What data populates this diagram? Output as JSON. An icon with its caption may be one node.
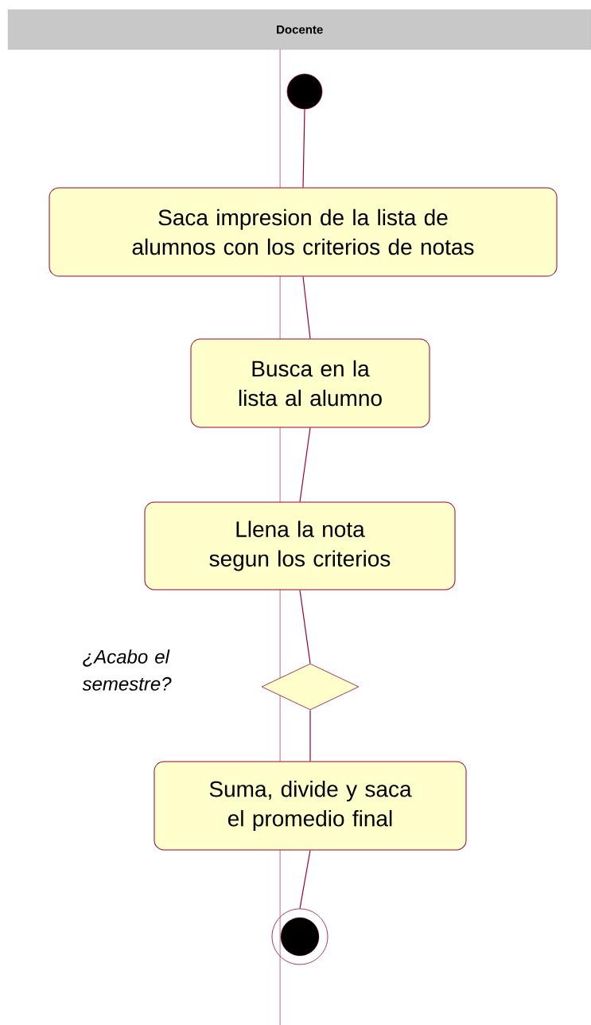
{
  "diagram": {
    "nodes": [
      {
        "text": [
          "Docente"
        ]
      },
      {
        "text": [],
        "shape": "circle"
      },
      {
        "text": [
          "Saca impresion de la lista de alumnos con los criterios de notas"
        ]
      },
      {
        "text": [
          "Busca en la lista al alumno"
        ]
      },
      {
        "text": [
          "Llena la nota segun los criterios"
        ]
      },
      {
        "text": [],
        "shape": "diamond"
      },
      {
        "text": [
          "Suma, divide y saca el promedio final"
        ]
      },
      {
        "text": [],
        "shape": "circle"
      }
    ],
    "edges": [
      {
        "from": 1,
        "to": 2,
        "arrow": "none"
      },
      {
        "from": 2,
        "to": 3,
        "arrow": "none"
      },
      {
        "from": 3,
        "to": 4,
        "arrow": "none"
      },
      {
        "from": 4,
        "to": 5,
        "arrow": "none"
      },
      {
        "from": 5,
        "to": 6,
        "arrow": "none"
      },
      {
        "from": 6,
        "to": 7,
        "arrow": "none"
      }
    ],
    "labels": [
      "¿Acabo el semestre?"
    ]
  }
}
